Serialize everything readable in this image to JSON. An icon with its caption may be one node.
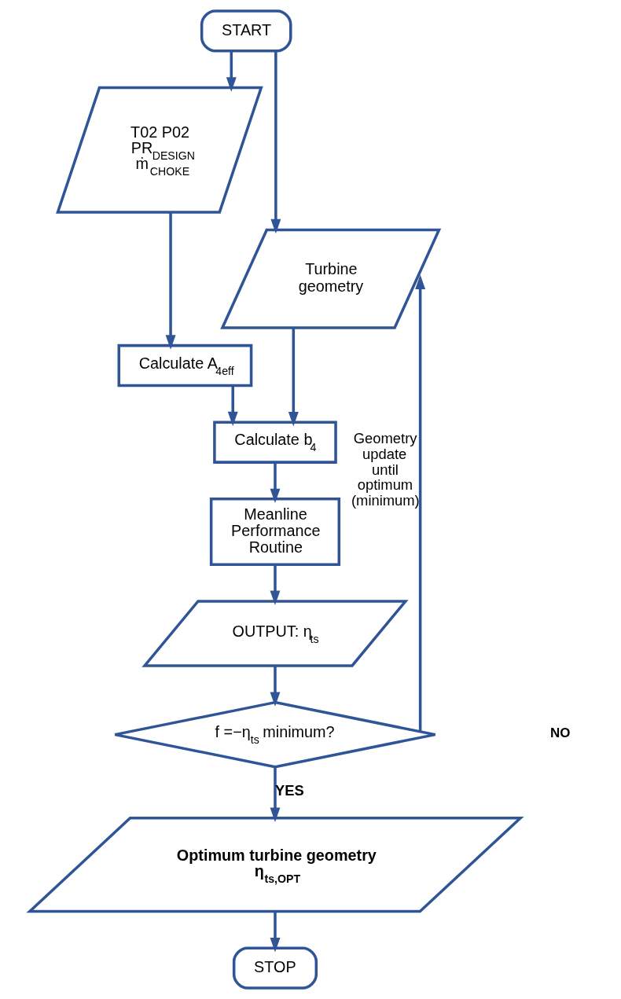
{
  "diagram": {
    "nodes": [
      {
        "text": [
          "START"
        ]
      },
      {
        "text": [
          "T02 P02 PR$_{DESIGN}$ ṁ$_{CHOKE}$"
        ]
      },
      {
        "text": [
          "Turbine geometry"
        ]
      },
      {
        "text": [
          "Calculate A$_{4eff}$"
        ]
      },
      {
        "text": [
          "Calculate b$_{4}$"
        ]
      },
      {
        "text": [
          "Meanline Performance Routine"
        ]
      },
      {
        "text": [
          "OUTPUT: η$_{ts}$"
        ]
      },
      {
        "text": [
          "f =−η$_{ts}$ minimum?"
        ]
      },
      {
        "text": [
          "Optimum turbine geometry",
          "η$_{ts,OPT}$"
        ]
      },
      {
        "text": [
          "STOP"
        ]
      }
    ],
    "edges": [
      {
        "from": 0,
        "to": 1,
        "arrow": "to"
      },
      {
        "from": 0,
        "to": 2,
        "arrow": "to"
      },
      {
        "from": 1,
        "to": 3,
        "arrow": "to"
      },
      {
        "from": 3,
        "to": 4,
        "arrow": "to"
      },
      {
        "from": 2,
        "to": 4,
        "arrow": "to"
      },
      {
        "from": 4,
        "to": 5,
        "arrow": "to"
      },
      {
        "from": 5,
        "to": 6,
        "arrow": "to"
      },
      {
        "from": 6,
        "to": 7,
        "arrow": "to"
      },
      {
        "from": 7,
        "to": 8,
        "arrow": "to",
        "label": "YES"
      },
      {
        "from": 7,
        "to": 2,
        "arrow": "to",
        "label": "Geometry update until optimum (minimum)"
      },
      {
        "from": 8,
        "to": 9,
        "arrow": "to"
      }
    ],
    "labels": [
      "NO"
    ]
  }
}
